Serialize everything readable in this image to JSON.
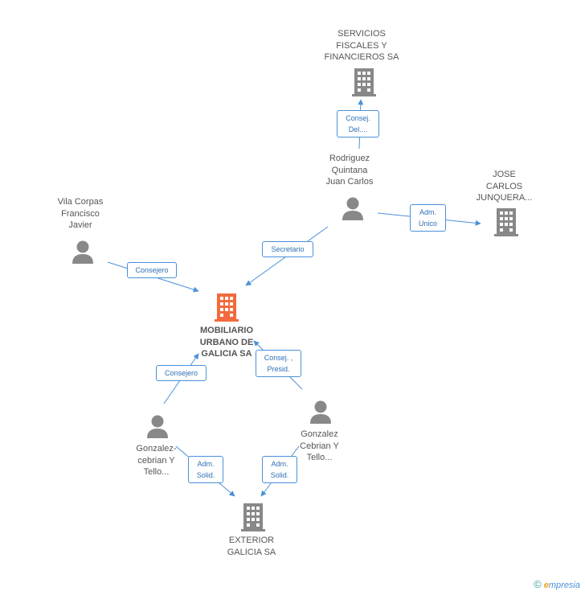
{
  "nodes": {
    "servicios": {
      "label": "SERVICIOS\nFISCALES Y\nFINANCIEROS SA",
      "type": "company"
    },
    "rodriguez": {
      "label": "Rodriguez\nQuintana\nJuan Carlos",
      "type": "person"
    },
    "jose": {
      "label": "JOSE\nCARLOS\nJUNQUERA...",
      "type": "company"
    },
    "vila": {
      "label": "Vila Corpas\nFrancisco\nJavier",
      "type": "person"
    },
    "mobiliario": {
      "label": "MOBILIARIO\nURBANO DE\nGALICIA SA",
      "type": "company-main"
    },
    "gonzalez_left": {
      "label": "Gonzalez-\ncebrian Y\nTello...",
      "type": "person"
    },
    "gonzalez_right": {
      "label": "Gonzalez\nCebrian Y\nTello...",
      "type": "person"
    },
    "exterior": {
      "label": "EXTERIOR\nGALICIA SA",
      "type": "company"
    }
  },
  "edges": {
    "consej_del": "Consej.\nDel....",
    "adm_unico": "Adm.\nUnico",
    "secretario": "Secretario",
    "consejero_vila": "Consejero",
    "consejero_gonzalez": "Consejero",
    "consej_presid": "Consej. ,\nPresid.",
    "adm_solid_left": "Adm.\nSolid.",
    "adm_solid_right": "Adm.\nSolid."
  },
  "footer": {
    "copyright": "©",
    "brand_e": "e",
    "brand_rest": "mpresia"
  },
  "colors": {
    "main_company": "#f26a3d",
    "company": "#888888",
    "person": "#888888",
    "edge": "#4a90d9"
  }
}
